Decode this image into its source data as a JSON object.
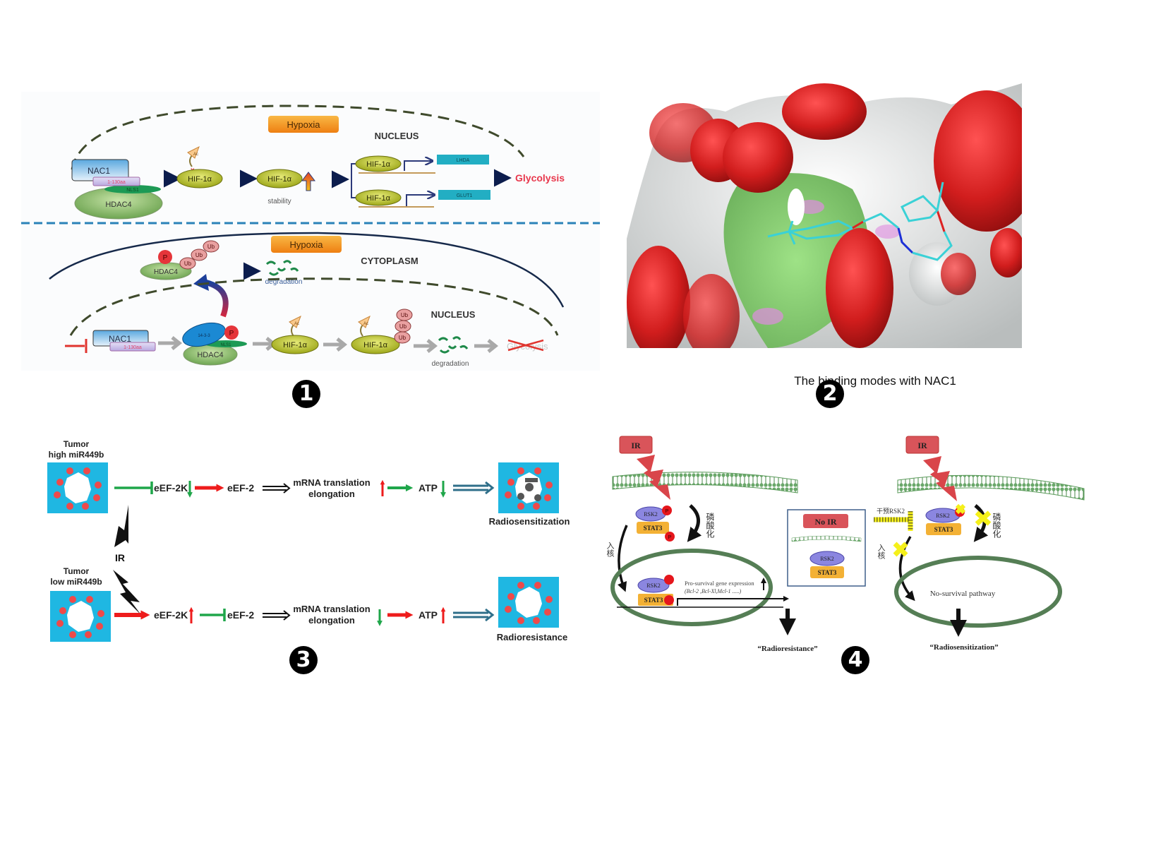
{
  "panel1": {
    "number": "1",
    "top": {
      "hypoxia": "Hypoxia",
      "compartment": "NUCLEUS",
      "nac1": "NAC1",
      "nac1_domain": "1-130aa",
      "nls": "NLS1",
      "hdac4": "HDAC4",
      "ac": "Ac",
      "hif": "HIF-1α",
      "stability": "stability",
      "gene1": "LHDA",
      "gene2": "GLUT1",
      "output": "Glycolysis"
    },
    "bottom": {
      "hypoxia": "Hypoxia",
      "compartment_outer": "CYTOPLASM",
      "compartment_inner": "NUCLEUS",
      "p": "P",
      "ub": "Ub",
      "hdac4": "HDAC4",
      "degradation": "degradation",
      "nac1": "NAC1",
      "nac1_domain": "1-130aa",
      "protein_1433": "14-3-3",
      "nls": "NLS1",
      "ac": "Ac",
      "hif": "HIF-1α",
      "output_blocked": "Glycolysis"
    },
    "colors": {
      "hypoxia": "#f39c1d",
      "hif": "#c9cf2a",
      "hdac4": "#8fbf6a",
      "gene": "#22aec3",
      "glycolysis": "#e8384d",
      "divider": "#2a82b8"
    }
  },
  "panel2": {
    "number": "2",
    "caption": "The binding modes with NAC1"
  },
  "panel3": {
    "number": "3",
    "row_high": {
      "tumor_label": "Tumor",
      "tumor_sub": "high  miR449b",
      "n1": "eEF-2K",
      "n2": "eEF-2",
      "n3a": "mRNA translation",
      "n3b": "elongation",
      "n4": "ATP",
      "result": "Radiosensitization",
      "n1_dir": "down",
      "n3_dir": "up",
      "n4_dir": "down"
    },
    "ir_label": "IR",
    "row_low": {
      "tumor_label": "Tumor",
      "tumor_sub": "low  miR449b",
      "n1": "eEF-2K",
      "n2": "eEF-2",
      "n3a": "mRNA translation",
      "n3b": "elongation",
      "n4": "ATP",
      "result": "Radioresistance",
      "n1_dir": "up",
      "n3_dir": "down",
      "n4_dir": "up"
    },
    "colors": {
      "box": "#1fb7e2",
      "inhibit": "#1fa64a",
      "activate": "#ee1c1c",
      "flow": "#2f6f8a"
    }
  },
  "panel4": {
    "number": "4",
    "left": {
      "ir": "IR",
      "rsk2": "RSK2",
      "stat3": "STAT3",
      "p": "P",
      "phosphorylation": "磷酸化",
      "nuclear_entry": "入核",
      "gene_expression": "Pro-survival  gene expression",
      "genes": "(Bcl-2 ,Bcl-Xl,Mcl-1 .....)",
      "result": "“Radioresistance”"
    },
    "no_ir": {
      "label": "No  IR",
      "rsk2": "RSK2",
      "stat3": "STAT3"
    },
    "right": {
      "ir": "IR",
      "intervene": "干预RSK2",
      "rsk2": "RSK2",
      "stat3": "STAT3",
      "phosphorylation": "磷酸化",
      "nuclear_entry": "入核",
      "pathway": "No-survival   pathway",
      "result": "“Radiosensitization”"
    },
    "colors": {
      "ir": "#d9545a",
      "rsk2": "#8b86e0",
      "stat3": "#f3b135",
      "nucleus": "#557e55",
      "membrane": "#6aa86a",
      "block": "#f5f01a"
    }
  }
}
